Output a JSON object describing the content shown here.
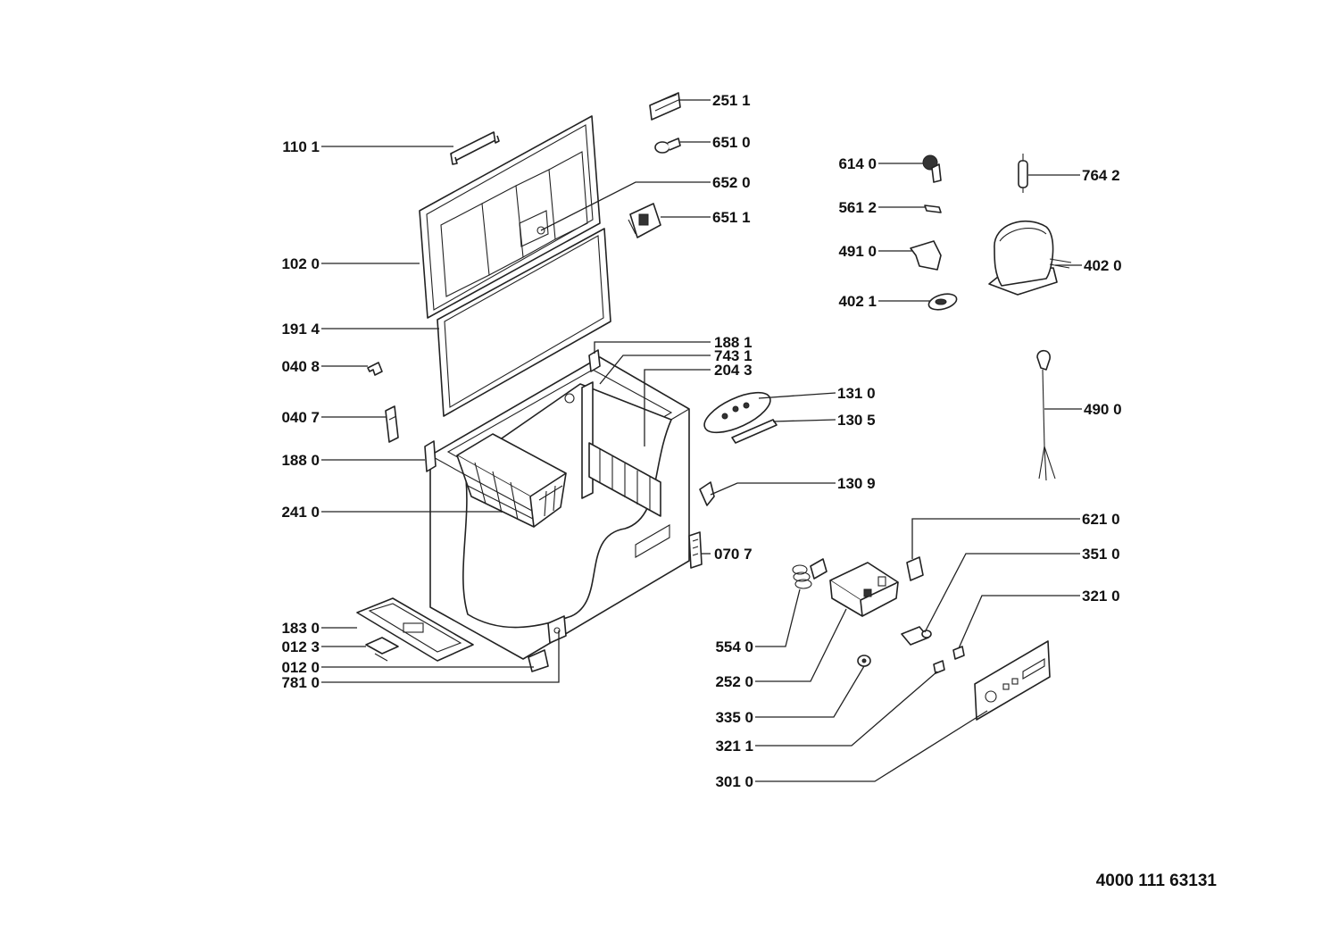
{
  "document_number": "4000 111 63131",
  "callouts": [
    {
      "id": "c1101",
      "label": "110 1"
    },
    {
      "id": "c1020",
      "label": "102 0"
    },
    {
      "id": "c1914",
      "label": "191 4"
    },
    {
      "id": "c0408",
      "label": "040 8"
    },
    {
      "id": "c0407",
      "label": "040 7"
    },
    {
      "id": "c1880",
      "label": "188 0"
    },
    {
      "id": "c2410",
      "label": "241 0"
    },
    {
      "id": "c1830",
      "label": "183 0"
    },
    {
      "id": "c0123",
      "label": "012 3"
    },
    {
      "id": "c0120",
      "label": "012 0"
    },
    {
      "id": "c7810",
      "label": "781 0"
    },
    {
      "id": "c2511",
      "label": "251 1"
    },
    {
      "id": "c6510",
      "label": "651 0"
    },
    {
      "id": "c6520",
      "label": "652 0"
    },
    {
      "id": "c6511",
      "label": "651 1"
    },
    {
      "id": "c1881",
      "label": "188 1"
    },
    {
      "id": "c7431",
      "label": "743 1"
    },
    {
      "id": "c2043",
      "label": "204 3"
    },
    {
      "id": "c1310",
      "label": "131 0"
    },
    {
      "id": "c1305",
      "label": "130 5"
    },
    {
      "id": "c1309",
      "label": "130 9"
    },
    {
      "id": "c0707",
      "label": "070 7"
    },
    {
      "id": "c5540",
      "label": "554 0"
    },
    {
      "id": "c2520",
      "label": "252 0"
    },
    {
      "id": "c3350",
      "label": "335 0"
    },
    {
      "id": "c3211",
      "label": "321 1"
    },
    {
      "id": "c3010",
      "label": "301 0"
    },
    {
      "id": "c6140",
      "label": "614 0"
    },
    {
      "id": "c5612",
      "label": "561 2"
    },
    {
      "id": "c4910",
      "label": "491 0"
    },
    {
      "id": "c4021",
      "label": "402 1"
    },
    {
      "id": "c7642",
      "label": "764 2"
    },
    {
      "id": "c4020",
      "label": "402 0"
    },
    {
      "id": "c4900",
      "label": "490 0"
    },
    {
      "id": "c6210",
      "label": "621 0"
    },
    {
      "id": "c3510",
      "label": "351 0"
    },
    {
      "id": "c3210",
      "label": "321 0"
    }
  ]
}
